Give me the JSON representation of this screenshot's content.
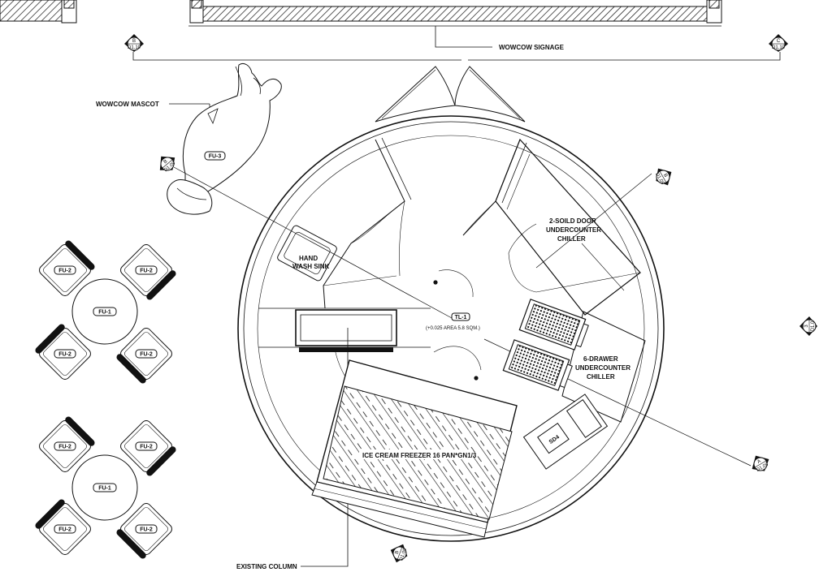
{
  "labels": {
    "signage": "WOWCOW SIGNAGE",
    "mascot": "WOWCOW MASCOT",
    "hand_wash_sink": [
      "HAND",
      "WASH SINK"
    ],
    "solid_door_chiller": [
      "2-SOILD DOOR",
      "UNDERCOUNTER",
      "CHILLER"
    ],
    "drawer_chiller": [
      "6-DRAWER",
      "UNDERCOUNTER",
      "CHILLER"
    ],
    "ice_cream_freezer": "ICE CREAM FREEZER 16 PAN*GN1/3",
    "existing_column": "EXISTING COLUMN",
    "area_note": "(+0.025 AREA 5.8 SQM.)",
    "rotated_tag": "SD4"
  },
  "tags": {
    "tl1": "TL-1",
    "fu1": "FU-1",
    "fu2": "FU-2",
    "fu3": "FU-3"
  },
  "section_markers": [
    {
      "letter": "B",
      "sheet": "D1.10"
    },
    {
      "letter": "C",
      "sheet": "D1.10"
    },
    {
      "letter": "B",
      "sheet": "D1.09"
    },
    {
      "letter": "B",
      "sheet": "D1.09"
    },
    {
      "letter": "A",
      "sheet": "D1.09"
    },
    {
      "letter": "B",
      "sheet": "D1.09"
    },
    {
      "letter": "3",
      "sheet": "D1.0"
    }
  ]
}
